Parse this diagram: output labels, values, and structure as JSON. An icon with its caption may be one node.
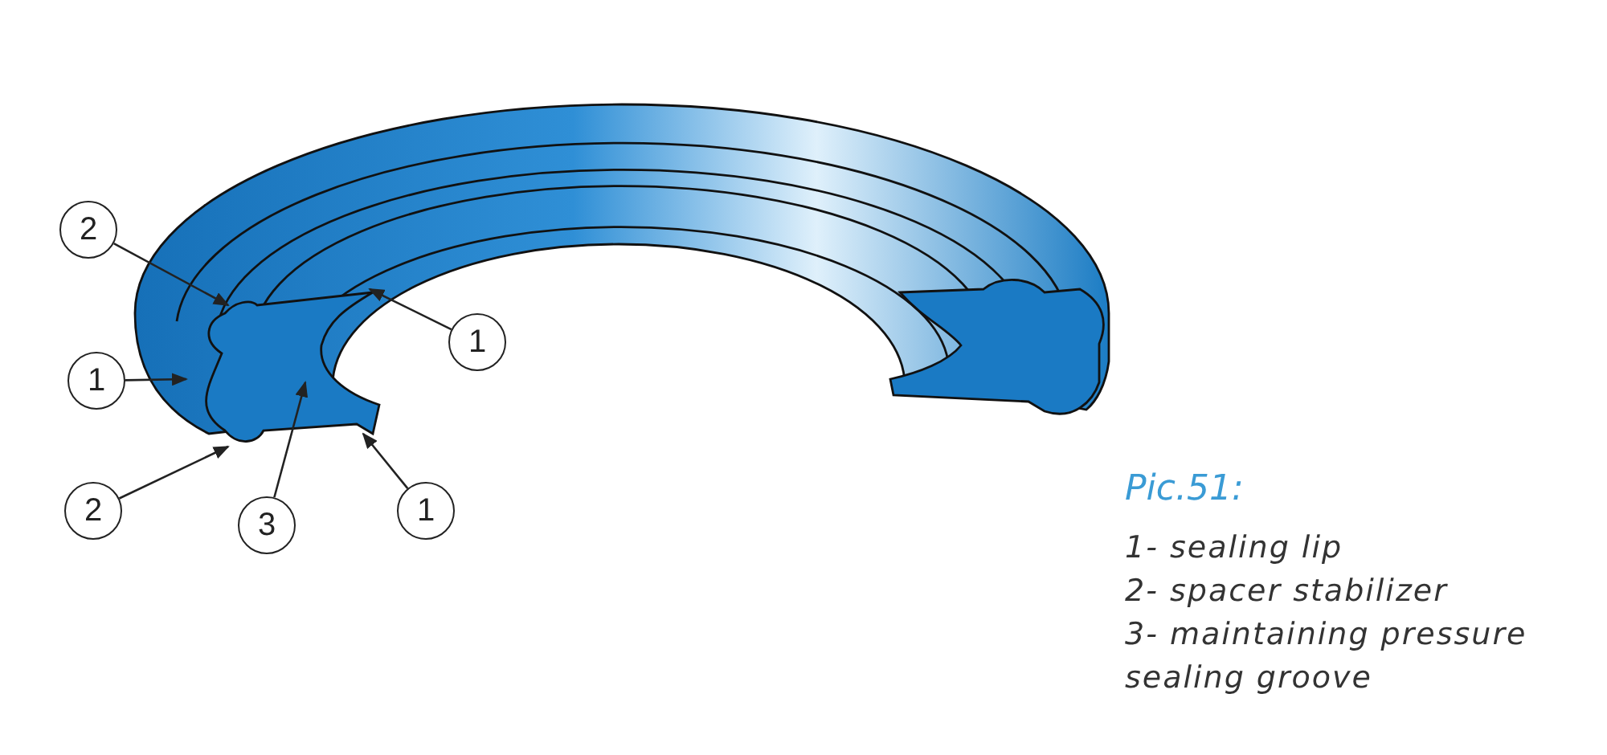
{
  "diagram": {
    "title": "Pic.51:",
    "nodes": [
      {
        "text": [
          "2"
        ]
      },
      {
        "text": [
          "1"
        ]
      },
      {
        "text": [
          "1"
        ]
      },
      {
        "text": [
          "2"
        ]
      },
      {
        "text": [
          "3"
        ]
      },
      {
        "text": [
          "1"
        ]
      }
    ],
    "edges": [
      {
        "from": 0,
        "to": null,
        "arrow": "to"
      },
      {
        "from": 1,
        "to": null,
        "arrow": "to"
      },
      {
        "from": 2,
        "to": null,
        "arrow": "to"
      },
      {
        "from": 3,
        "to": null,
        "arrow": "to"
      },
      {
        "from": 4,
        "to": null,
        "arrow": "to"
      },
      {
        "from": 5,
        "to": null,
        "arrow": "to"
      }
    ],
    "labels": [
      "1- sealing lip",
      "2- spacer stabilizer",
      "3- maintaining pressure sealing groove"
    ]
  }
}
